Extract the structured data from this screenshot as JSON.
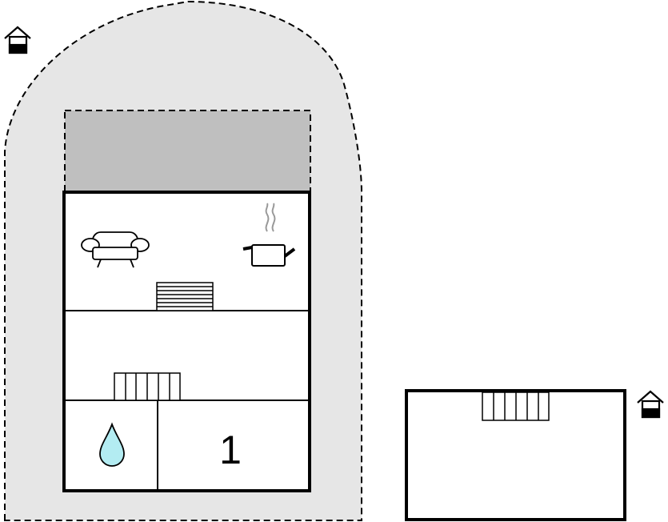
{
  "floorplan": {
    "rooms": [
      {
        "id": "living-kitchen",
        "icons": [
          "sofa-icon",
          "cooking-pot-icon",
          "staircase-icon"
        ]
      },
      {
        "id": "hall",
        "icons": [
          "staircase-icon"
        ]
      },
      {
        "id": "bathroom",
        "icons": [
          "water-drop-icon"
        ]
      },
      {
        "id": "bedroom",
        "label": "1"
      }
    ],
    "annex": {
      "icons": [
        "staircase-icon",
        "house-icon"
      ]
    },
    "colors": {
      "outline": "#000000",
      "plot_fill": "#e6e6e6",
      "terrace_fill": "#bfbfbf",
      "water": "#b3ecf2",
      "steam": "#999999"
    }
  }
}
